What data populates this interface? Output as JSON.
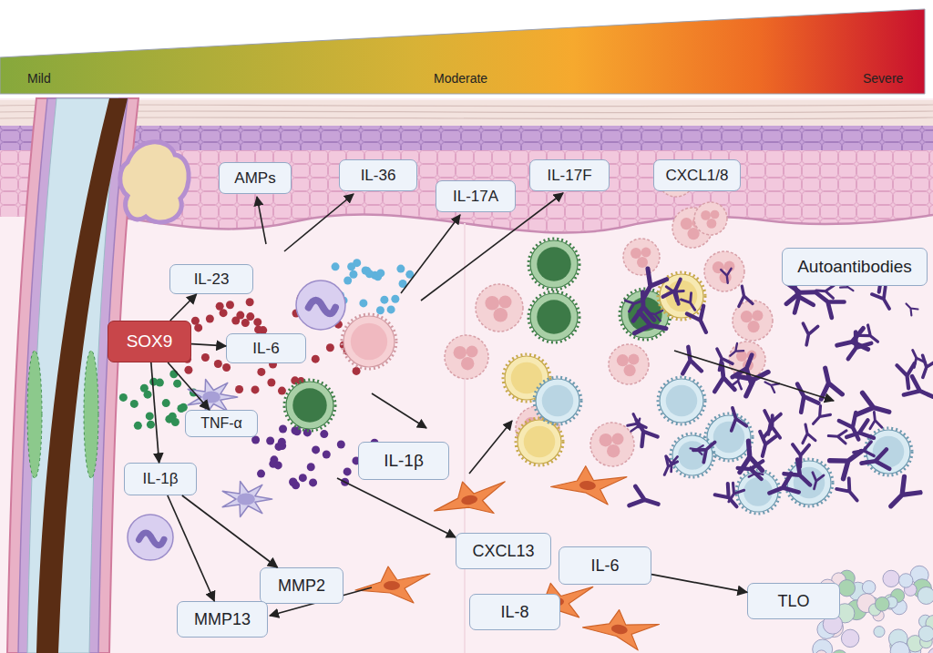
{
  "diagram": {
    "nodes": [
      {
        "text": [
          "AMPs"
        ]
      },
      {
        "text": [
          "IL-36"
        ]
      },
      {
        "text": [
          "IL-17A"
        ]
      },
      {
        "text": [
          "IL-17F"
        ]
      },
      {
        "text": [
          "CXCL1/8"
        ]
      },
      {
        "text": [
          "Autoantibodies"
        ]
      },
      {
        "text": [
          "IL-23"
        ]
      },
      {
        "text": [
          "SOX9"
        ]
      },
      {
        "text": [
          "IL-6"
        ]
      },
      {
        "text": [
          "TNF-α"
        ]
      },
      {
        "text": [
          "IL-1β"
        ]
      },
      {
        "text": [
          "IL-1β"
        ]
      },
      {
        "text": [
          "CXCL13"
        ]
      },
      {
        "text": [
          "IL-6"
        ]
      },
      {
        "text": [
          "MMP2"
        ]
      },
      {
        "text": [
          "TLO"
        ]
      },
      {
        "text": [
          "IL-8"
        ]
      },
      {
        "text": [
          "MMP13"
        ]
      }
    ],
    "edges": [
      {
        "from": 7,
        "to": 6,
        "arrow": "to"
      },
      {
        "from": 7,
        "to": 8,
        "arrow": "to"
      },
      {
        "from": 7,
        "to": 9,
        "arrow": "to"
      },
      {
        "from": 7,
        "to": 11,
        "arrow": "to"
      },
      {
        "from": 11,
        "to": 17,
        "arrow": "to"
      },
      {
        "from": 11,
        "to": 14,
        "arrow": "to"
      },
      {
        "from": 13,
        "to": 15,
        "arrow": "to"
      }
    ],
    "labels": [
      "Mild",
      "Moderate",
      "Severe"
    ]
  }
}
